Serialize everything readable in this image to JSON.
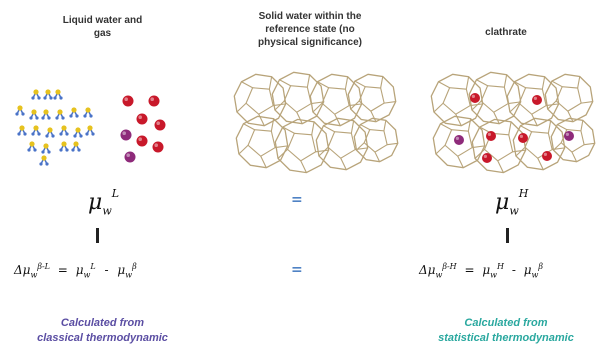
{
  "left": {
    "heading_line1": "Liquid water and",
    "heading_line2": "gas",
    "mu_symbol": "μ",
    "mu_sub": "w",
    "mu_sup": "L",
    "eq_lhs": "Δμ",
    "eq_lhs_sub": "w",
    "eq_lhs_sup": "β-L",
    "eq_equals": "=",
    "eq_term1": "μ",
    "eq_term1_sub": "w",
    "eq_term1_sup": "L",
    "eq_minus": "-",
    "eq_term2": "μ",
    "eq_term2_sub": "w",
    "eq_term2_sup": "β",
    "calc_line1": "Calculated from",
    "calc_line2": "classical thermodynamic",
    "colors": {
      "text": "#5b4ea3"
    }
  },
  "middle": {
    "heading_line1": "Solid water within the",
    "heading_line2": "reference state (no",
    "heading_line3": "physical significance)",
    "equals_top": "=",
    "equals_bottom": "=",
    "colors": {
      "equals": "#4f82c4"
    }
  },
  "right": {
    "heading": "clathrate",
    "mu_symbol": "μ",
    "mu_sub": "w",
    "mu_sup": "H",
    "eq_lhs": "Δμ",
    "eq_lhs_sub": "w",
    "eq_lhs_sup": "β-H",
    "eq_equals": "=",
    "eq_term1": "μ",
    "eq_term1_sub": "w",
    "eq_term1_sup": "H",
    "eq_minus": "-",
    "eq_term2": "μ",
    "eq_term2_sub": "w",
    "eq_term2_sup": "β",
    "calc_line1": "Calculated from",
    "calc_line2": "statistical thermodynamic",
    "colors": {
      "text": "#2aa89f"
    }
  },
  "icons": {
    "water_molecule": "water-molecule-icon",
    "gas_molecule": "gas-molecule-icon",
    "cage_lattice": "clathrate-cage-icon"
  },
  "colors": {
    "water_oxygen": "#e6c21f",
    "water_hydrogen": "#4a73c8",
    "gas_red": "#c8182a",
    "gas_purple": "#8e2a7a",
    "cage_stroke": "#b8a47a"
  }
}
